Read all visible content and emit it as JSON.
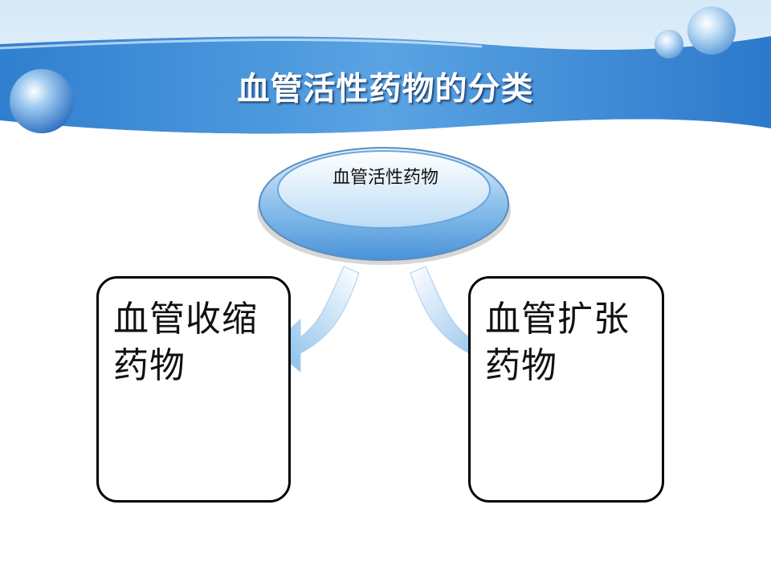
{
  "slide": {
    "title": "血管活性药物的分类",
    "center_node": "血管活性药物",
    "left_node": "血管收缩药物",
    "right_node": "血管扩张药物"
  },
  "colors": {
    "banner_blue": "#3f8fd6",
    "banner_light": "#cfe6f7",
    "node_blue": "#5aa8e6",
    "box_border": "#000000"
  }
}
